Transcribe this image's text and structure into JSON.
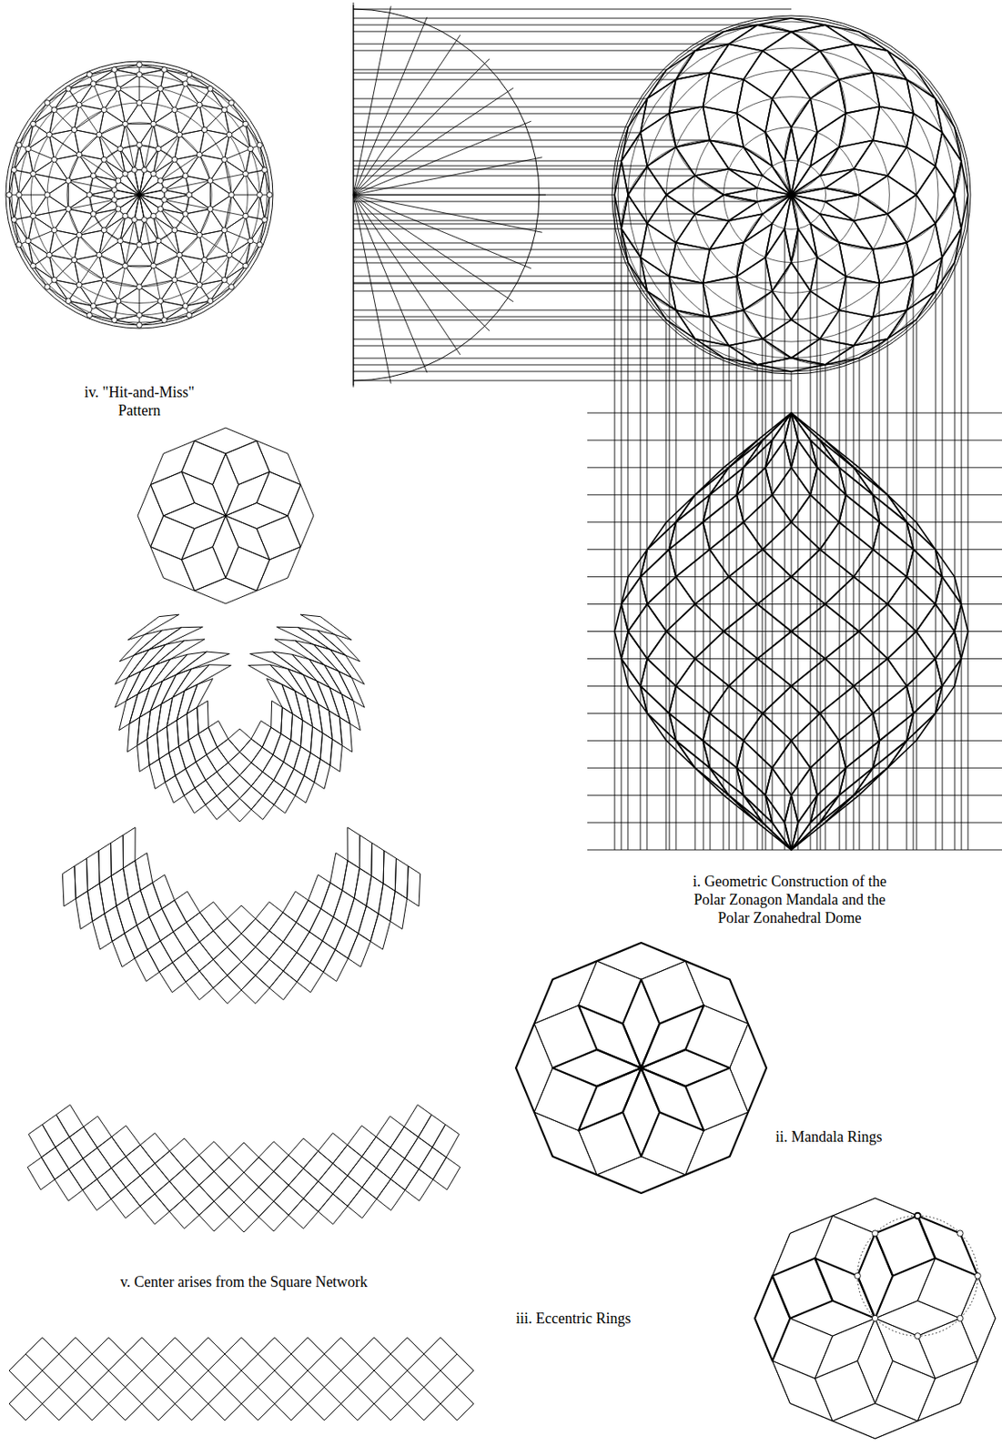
{
  "diagram": {
    "labels": [
      "iv. \"Hit-and-Miss\" Pattern",
      "i. Geometric Construction of the Polar Zonagon Mandala and the Polar Zonahedral Dome",
      "ii. Mandala Rings",
      "v. Center arises from the Square Network",
      "iii. Eccentric Rings"
    ]
  }
}
